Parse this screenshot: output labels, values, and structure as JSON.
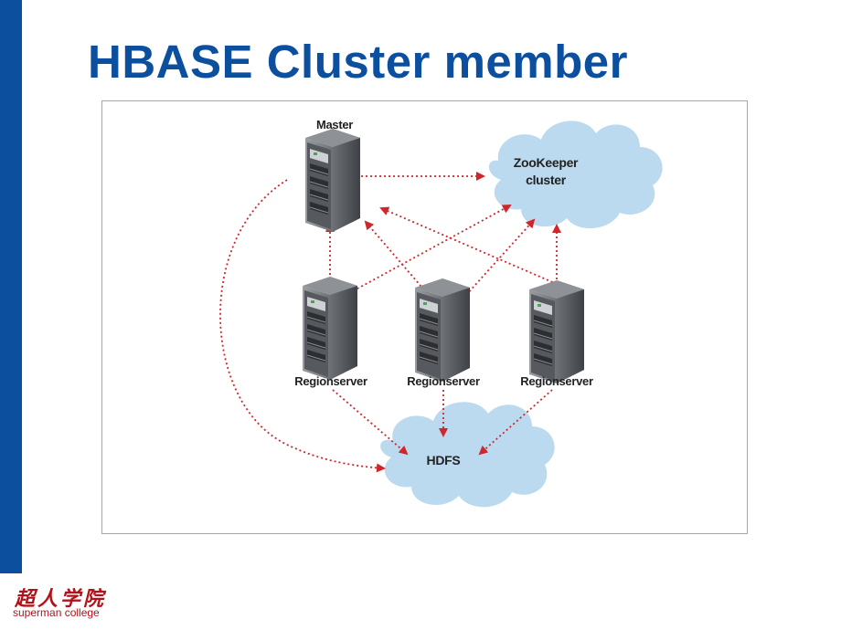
{
  "slide": {
    "title": "HBASE Cluster member"
  },
  "diagram": {
    "master_label": "Master",
    "zookeeper_label_line1": "ZooKeeper",
    "zookeeper_label_line2": "cluster",
    "regionservers": [
      {
        "label": "Regionserver"
      },
      {
        "label": "Regionserver"
      },
      {
        "label": "Regionserver"
      }
    ],
    "hdfs_label": "HDFS",
    "colors": {
      "arrow": "#d0262b",
      "cloud": "#bcdaef",
      "server_body": "#5f6266"
    }
  },
  "logo": {
    "chinese_name": "超人学院",
    "english_name": "superman college",
    "color": "#b3121b"
  }
}
